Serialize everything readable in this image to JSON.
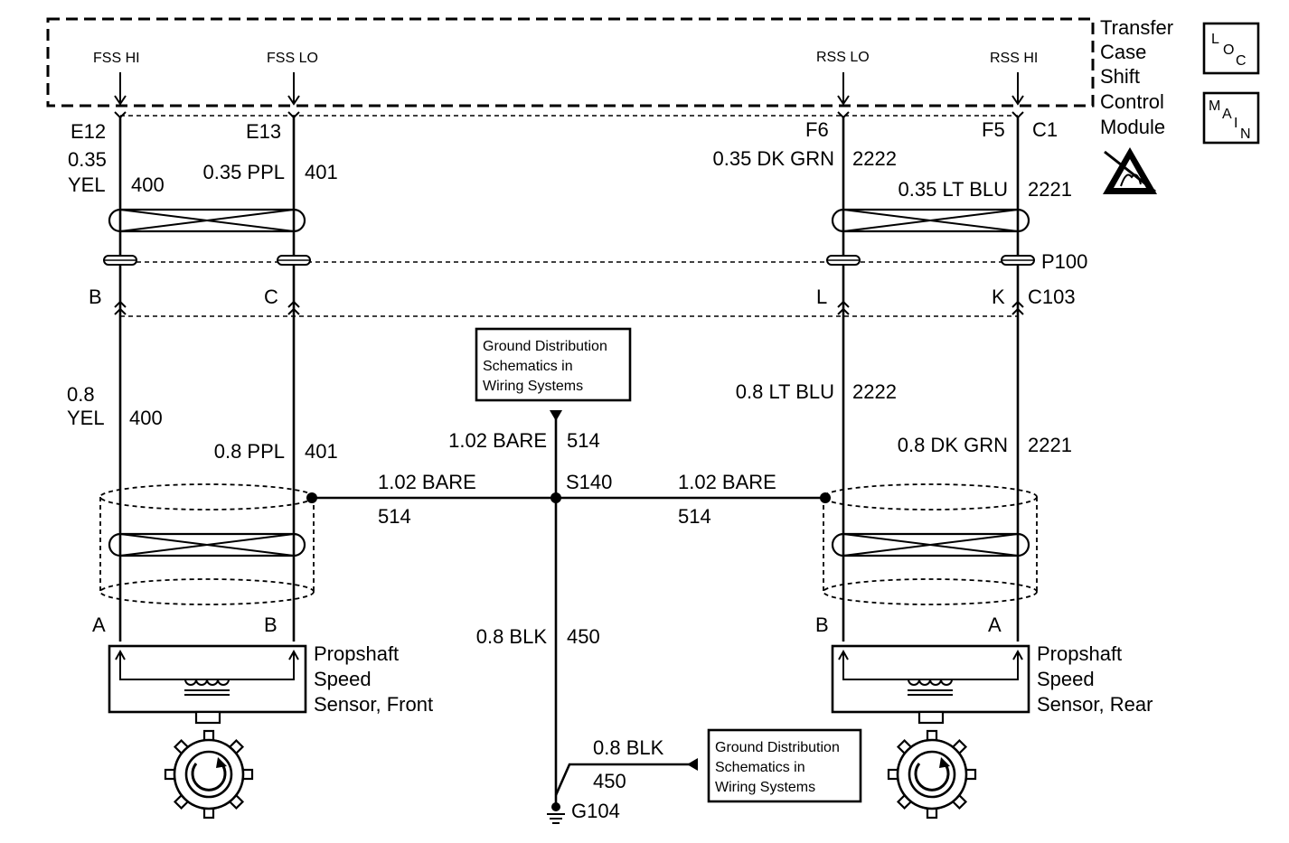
{
  "module": {
    "name_lines": [
      "Transfer",
      "Case",
      "Shift",
      "Control",
      "Module"
    ],
    "pins": {
      "fss_hi": "FSS HI",
      "fss_lo": "FSS LO",
      "rss_lo": "RSS LO",
      "rss_hi": "RSS HI"
    },
    "connectors": {
      "e12": "E12",
      "e13": "E13",
      "f6": "F6",
      "f5": "F5",
      "c1": "C1"
    }
  },
  "icons": {
    "loc": {
      "l": "L",
      "o": "O",
      "c": "C",
      "icon": "loc-icon"
    },
    "main": {
      "m": "M",
      "a": "A",
      "i": "I",
      "n": "N",
      "icon": "main-icon"
    },
    "esd": "esd-warning-icon"
  },
  "upper_wires": {
    "w400": {
      "gauge": "0.35",
      "color": "YEL",
      "circuit": "400"
    },
    "w401": {
      "spec": "0.35 PPL",
      "circuit": "401"
    },
    "w2222": {
      "spec": "0.35 DK GRN",
      "circuit": "2222"
    },
    "w2221": {
      "spec": "0.35 LT BLU",
      "circuit": "2221"
    }
  },
  "inline_connector": {
    "p100": "P100",
    "c103": "C103",
    "b": "B",
    "c": "C",
    "l": "L",
    "k": "K"
  },
  "lower_wires": {
    "w400": {
      "gauge": "0.8",
      "color": "YEL",
      "circuit": "400"
    },
    "w401": {
      "spec": "0.8 PPL",
      "circuit": "401"
    },
    "w2222": {
      "spec": "0.8 LT BLU",
      "circuit": "2222"
    },
    "w2221": {
      "spec": "0.8 DK GRN",
      "circuit": "2221"
    }
  },
  "ground": {
    "splice": "S140",
    "top_wire": {
      "spec": "1.02 BARE",
      "circuit": "514"
    },
    "left_wire": {
      "spec": "1.02 BARE",
      "circuit": "514"
    },
    "right_wire": {
      "spec": "1.02 BARE",
      "circuit": "514"
    },
    "down_wire": {
      "spec": "0.8 BLK",
      "circuit": "450"
    },
    "side_wire": {
      "spec": "0.8 BLK",
      "circuit": "450"
    },
    "ground_point": "G104",
    "ref_box_top": [
      "Ground Distribution",
      "Schematics in",
      "Wiring Systems"
    ],
    "ref_box_bottom": [
      "Ground Distribution",
      "Schematics in",
      "Wiring Systems"
    ]
  },
  "sensors": {
    "front": {
      "lines": [
        "Propshaft",
        "Speed",
        "Sensor, Front"
      ],
      "pin_a": "A",
      "pin_b": "B"
    },
    "rear": {
      "lines": [
        "Propshaft",
        "Speed",
        "Sensor, Rear"
      ],
      "pin_a": "A",
      "pin_b": "B"
    }
  }
}
